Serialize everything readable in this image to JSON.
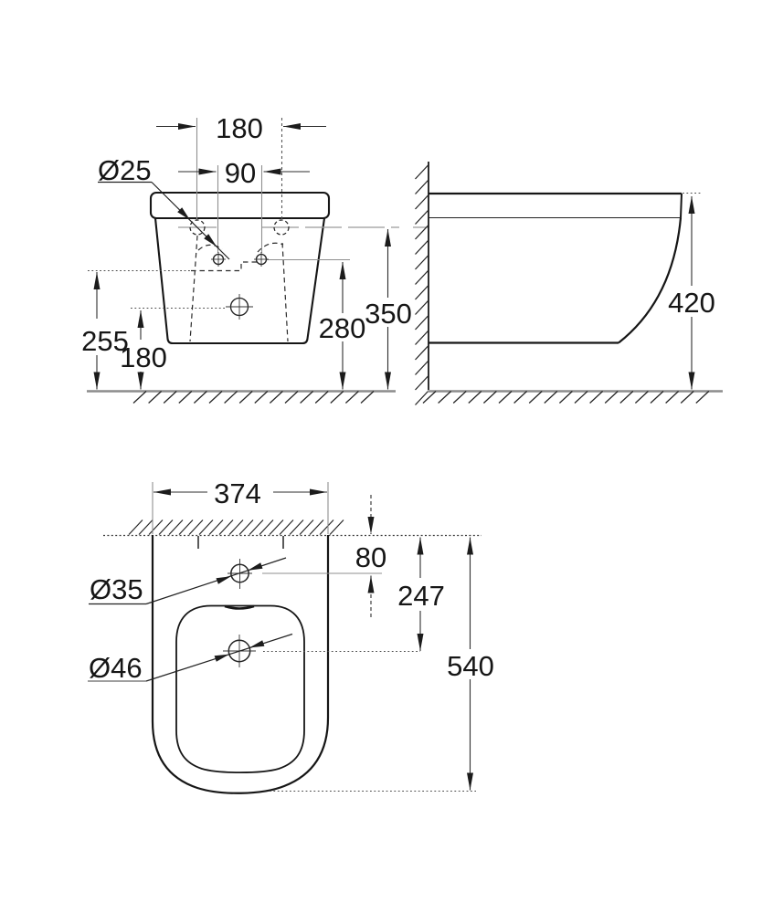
{
  "colors": {
    "outline": "#161616",
    "dimension_line": "#2e2e2e",
    "extension_line": "#8f8f8f",
    "floor_line": "#8c8c8c",
    "background": "#ffffff"
  },
  "views": {
    "front": {
      "dim_mounting_width": "180",
      "dim_fixing_width": "90",
      "label_mounting_hole": "Ø25",
      "dim_rim_height": "255",
      "dim_drain_height": "180",
      "dim_fixing_height": "280",
      "dim_mounting_height": "350"
    },
    "side": {
      "dim_total_height": "420"
    },
    "plan": {
      "dim_width": "374",
      "dim_tap_hole_offset": "80",
      "dim_drain_offset": "247",
      "dim_depth": "540",
      "label_tap_hole": "Ø35",
      "label_drain_hole": "Ø46"
    }
  }
}
